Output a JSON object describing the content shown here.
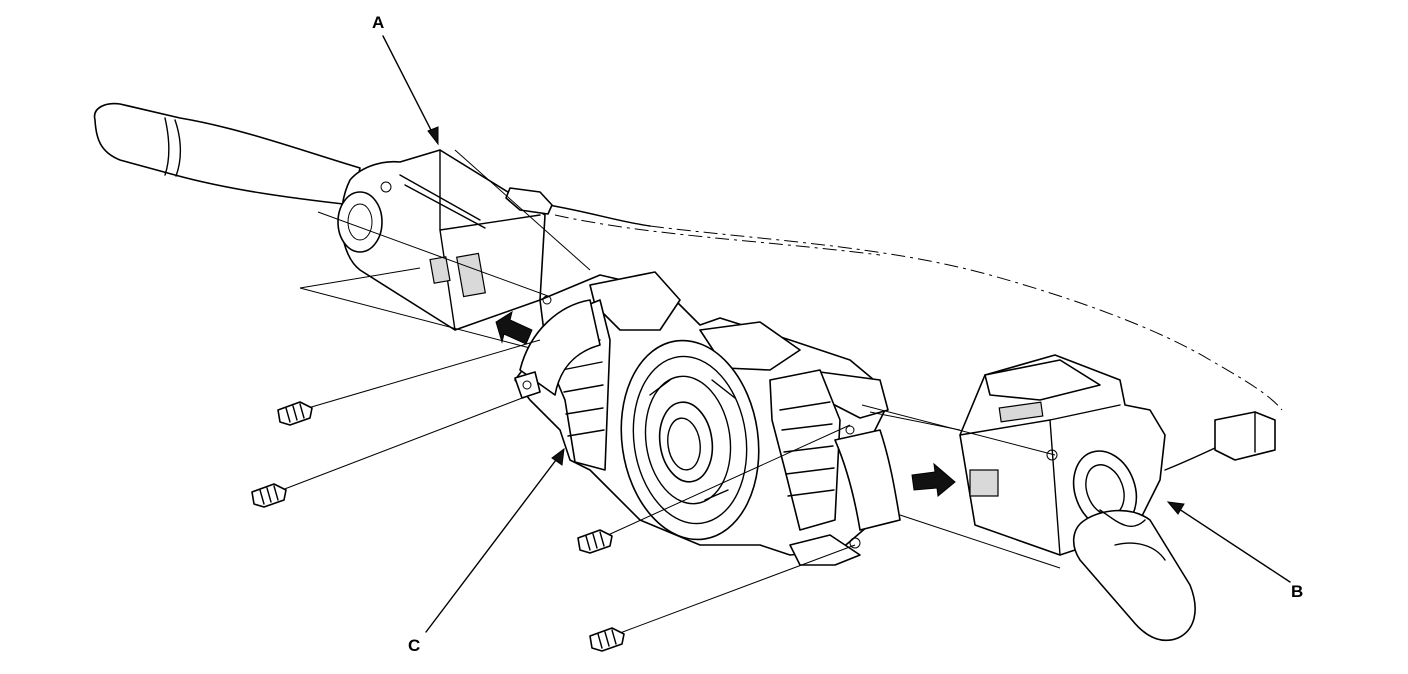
{
  "diagram": {
    "callouts": {
      "a": "A",
      "b": "B",
      "c": "C"
    },
    "line_color": "#000000",
    "background": "#ffffff",
    "icons": [
      "removal-arrow-icon",
      "screw-icon"
    ]
  }
}
